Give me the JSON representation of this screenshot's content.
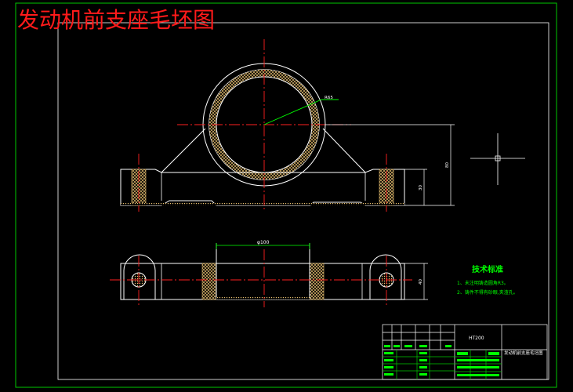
{
  "drawing": {
    "title": "发动机前支座毛坯图",
    "dim_radius": "R65",
    "dim_height_total": "80",
    "dim_height_base": "30",
    "dim_width_bore": "φ100",
    "dim_depth": "40",
    "notes_title": "技术标准",
    "note_1": "1、未注明铸造圆角R3。",
    "note_2": "2、铸件不得有砂眼,夹渣孔。",
    "titleblock_material": "HT200",
    "titleblock_name": "发动机前支座毛坯图"
  },
  "colors": {
    "background": "#000000",
    "outline": "#ffffff",
    "border": "#00c800",
    "center_line": "#ff2020",
    "dimension": "#00ff00",
    "title_red": "#ff1a1a",
    "hatch": "#e8c070"
  }
}
